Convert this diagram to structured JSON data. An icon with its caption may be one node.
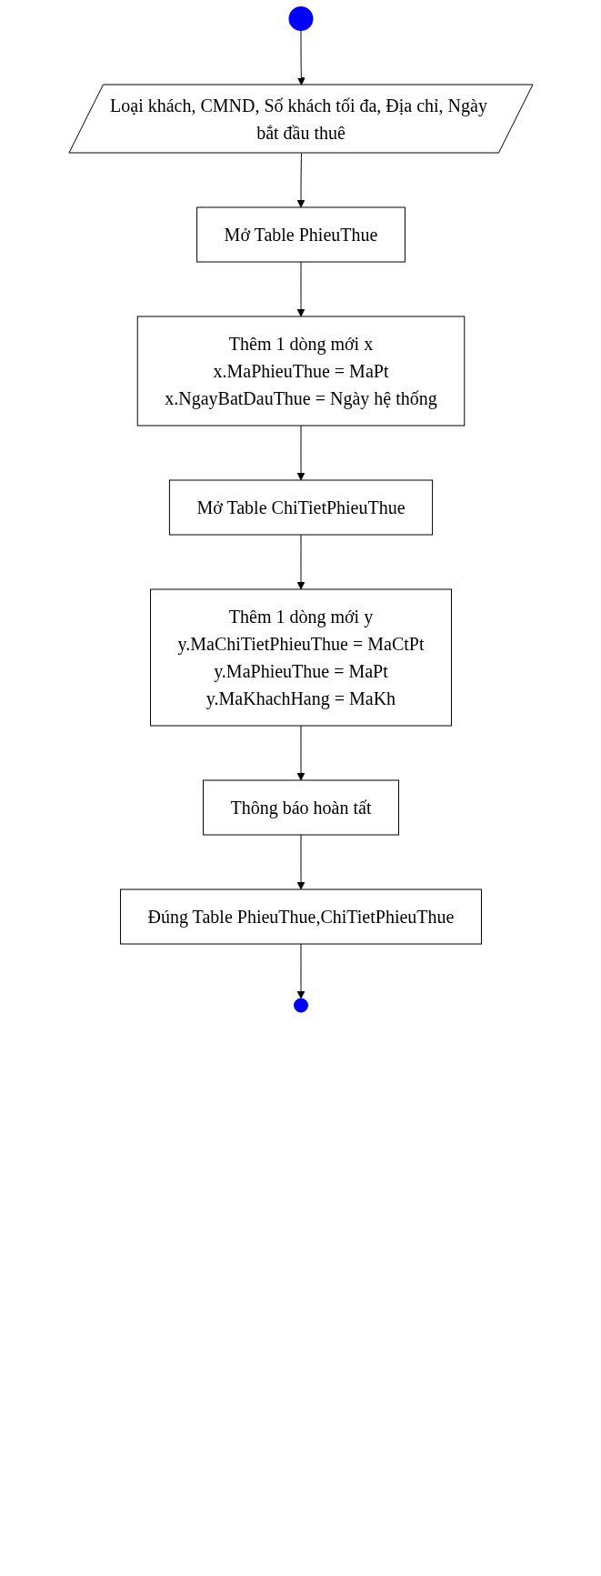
{
  "diagram": {
    "nodes": [
      {
        "text": [],
        "shape": "circle"
      },
      {
        "text": [
          "Loại khách, CMND, Số khách tối đa, Địa chỉ, Ngày bắt đầu thuê"
        ]
      },
      {
        "text": [
          "Mở Table PhieuThue"
        ]
      },
      {
        "text": [
          "Thêm 1 dòng mới x",
          "x.MaPhieuThue = MaPt",
          "x.NgayBatDauThue = Ngày hệ thống"
        ]
      },
      {
        "text": [
          "Mở Table ChiTietPhieuThue"
        ]
      },
      {
        "text": [
          "Thêm 1 dòng mới y",
          "y.MaChiTietPhieuThue = MaCtPt",
          "y.MaPhieuThue = MaPt",
          "y.MaKhachHang = MaKh"
        ]
      },
      {
        "text": [
          "Thông báo hoàn tất"
        ]
      },
      {
        "text": [
          "Đúng Table PhieuThue,ChiTietPhieuThue"
        ]
      },
      {
        "text": [],
        "shape": "circle"
      }
    ],
    "edges": [
      {
        "from": 0,
        "to": 1,
        "arrow": "to"
      },
      {
        "from": 1,
        "to": 2,
        "arrow": "to"
      },
      {
        "from": 2,
        "to": 3,
        "arrow": "to"
      },
      {
        "from": 3,
        "to": 4,
        "arrow": "to"
      },
      {
        "from": 4,
        "to": 5,
        "arrow": "to"
      },
      {
        "from": 5,
        "to": 6,
        "arrow": "to"
      },
      {
        "from": 6,
        "to": 7,
        "arrow": "to"
      },
      {
        "from": 7,
        "to": 8,
        "arrow": "to"
      }
    ]
  }
}
